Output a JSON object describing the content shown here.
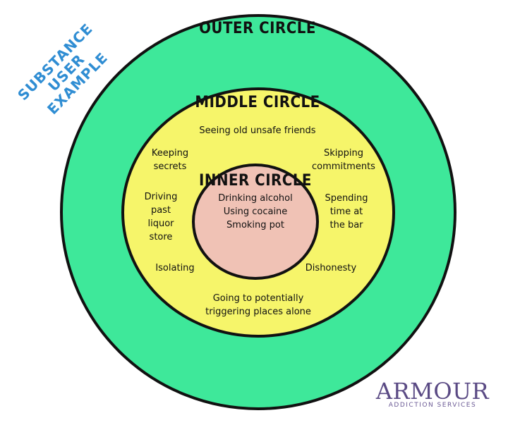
{
  "diagram": {
    "side_label": "SUBSTANCE\nUSER\nEXAMPLE",
    "outer": {
      "title": "OUTER CIRCLE",
      "color": "#3ee89a"
    },
    "middle": {
      "title": "MIDDLE CIRCLE",
      "color": "#f6f56a",
      "items": {
        "top": "Seeing old unsafe friends",
        "top_left": "Keeping\nsecrets",
        "top_right": "Skipping\ncommitments",
        "mid_left": "Driving\npast\nliquor\nstore",
        "mid_right": "Spending\ntime at\nthe bar",
        "bottom_left": "Isolating",
        "bottom_right": "Dishonesty",
        "bottom": "Going to potentially\ntriggering places alone"
      }
    },
    "inner": {
      "title": "INNER CIRCLE",
      "color": "#f0c2b5",
      "items": "Drinking alcohol\nUsing cocaine\nSmoking pot"
    }
  },
  "logo": {
    "word": "ARMOUR",
    "subtitle": "ADDICTION SERVICES"
  }
}
